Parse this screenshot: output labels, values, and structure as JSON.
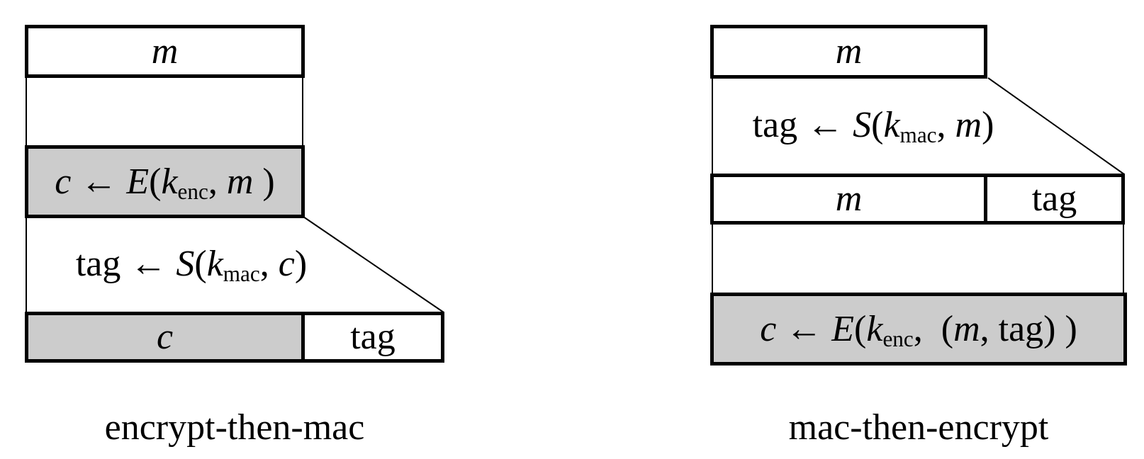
{
  "colors": {
    "shaded_fill": "#cccccc",
    "line": "#000000",
    "background": "#ffffff"
  },
  "left_diagram": {
    "label": "encrypt-then-mac",
    "message_box": [
      {
        "text": "m",
        "italic": true
      }
    ],
    "encrypt_step": [
      {
        "text": "c",
        "italic": true
      },
      {
        "text": " ← "
      },
      {
        "text": "E",
        "italic": true
      },
      {
        "text": "("
      },
      {
        "text": "k",
        "italic": true
      },
      {
        "text": "enc",
        "sub": true
      },
      {
        "text": ", "
      },
      {
        "text": "m",
        "italic": true
      },
      {
        "text": " )"
      }
    ],
    "mac_step": [
      {
        "text": "tag ← "
      },
      {
        "text": "S",
        "italic": true
      },
      {
        "text": "("
      },
      {
        "text": "k",
        "italic": true
      },
      {
        "text": "mac",
        "sub": true
      },
      {
        "text": ", "
      },
      {
        "text": "c",
        "italic": true
      },
      {
        "text": ")"
      }
    ],
    "output_cipher": [
      {
        "text": "c",
        "italic": true
      }
    ],
    "output_tag": [
      {
        "text": "tag"
      }
    ]
  },
  "right_diagram": {
    "label": "mac-then-encrypt",
    "message_box": [
      {
        "text": "m",
        "italic": true
      }
    ],
    "mac_step": [
      {
        "text": "tag ← "
      },
      {
        "text": "S",
        "italic": true
      },
      {
        "text": "("
      },
      {
        "text": "k",
        "italic": true
      },
      {
        "text": "mac",
        "sub": true
      },
      {
        "text": ", "
      },
      {
        "text": "m",
        "italic": true
      },
      {
        "text": ")"
      }
    ],
    "row_message": [
      {
        "text": "m",
        "italic": true
      }
    ],
    "row_tag": [
      {
        "text": "tag"
      }
    ],
    "encrypt_step": [
      {
        "text": "c",
        "italic": true
      },
      {
        "text": " ← "
      },
      {
        "text": "E",
        "italic": true
      },
      {
        "text": "("
      },
      {
        "text": "k",
        "italic": true
      },
      {
        "text": "enc",
        "sub": true
      },
      {
        "text": ",  ("
      },
      {
        "text": "m",
        "italic": true
      },
      {
        "text": ", tag) )"
      }
    ]
  }
}
